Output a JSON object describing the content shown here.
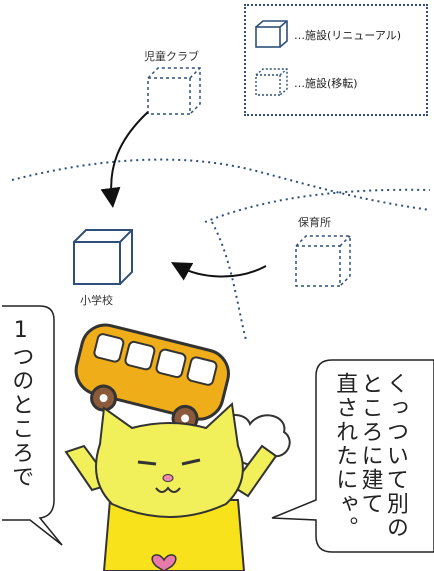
{
  "legend": {
    "renewal_label": "…施設(リニューアル)",
    "relocation_label": "…施設(移転)"
  },
  "places": {
    "childrens_club": "児童クラブ",
    "nursery": "保育所",
    "elementary_school": "小学校"
  },
  "bubbles": {
    "left": "1つのところで",
    "right_lines": [
      "くっついて別の",
      "ところに建て",
      "直されたにゃ。"
    ]
  },
  "colors": {
    "line": "#2f4f7a",
    "bus": "#f0ad1a",
    "cat": "#f1f05a",
    "cat_shirt": "#f7e21b"
  }
}
